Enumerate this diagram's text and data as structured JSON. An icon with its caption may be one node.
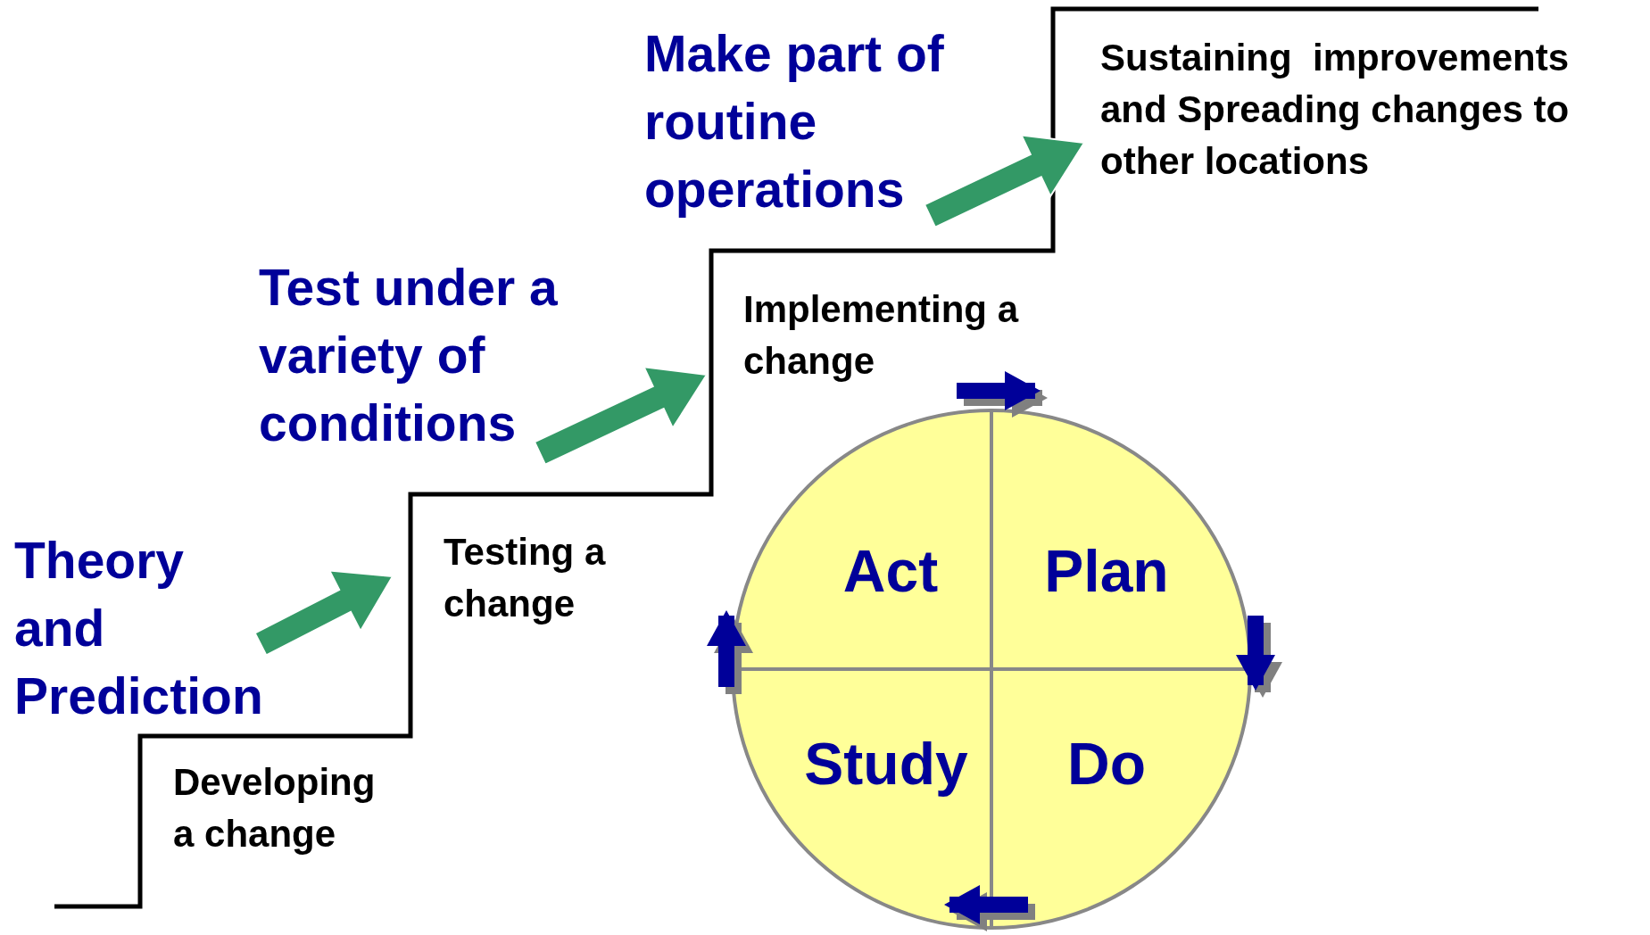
{
  "diagram": {
    "nodes": [
      {
        "text": [
          "Make part of routine operations"
        ]
      },
      {
        "text": [
          "Sustaining  improvements and Spreading changes to other locations"
        ]
      },
      {
        "text": [
          "Test under a variety of conditions"
        ]
      },
      {
        "text": [
          "Implementing a change"
        ]
      },
      {
        "text": [
          "Testing a change"
        ]
      },
      {
        "text": [
          "Theory and Prediction"
        ]
      },
      {
        "text": [
          "Developing a change"
        ]
      },
      {
        "text": [],
        "shape": "circle"
      },
      {
        "text": [
          "Act"
        ],
        "in": 7
      },
      {
        "text": [
          "Plan"
        ],
        "in": 7
      },
      {
        "text": [
          "Study"
        ],
        "in": 7
      },
      {
        "text": [
          "Do"
        ],
        "in": 7
      }
    ],
    "edges": [
      {
        "from": 5,
        "to": 4,
        "arrow": "to"
      },
      {
        "from": 2,
        "to": 3,
        "arrow": "to"
      },
      {
        "from": 0,
        "to": 1,
        "arrow": "to"
      }
    ]
  }
}
